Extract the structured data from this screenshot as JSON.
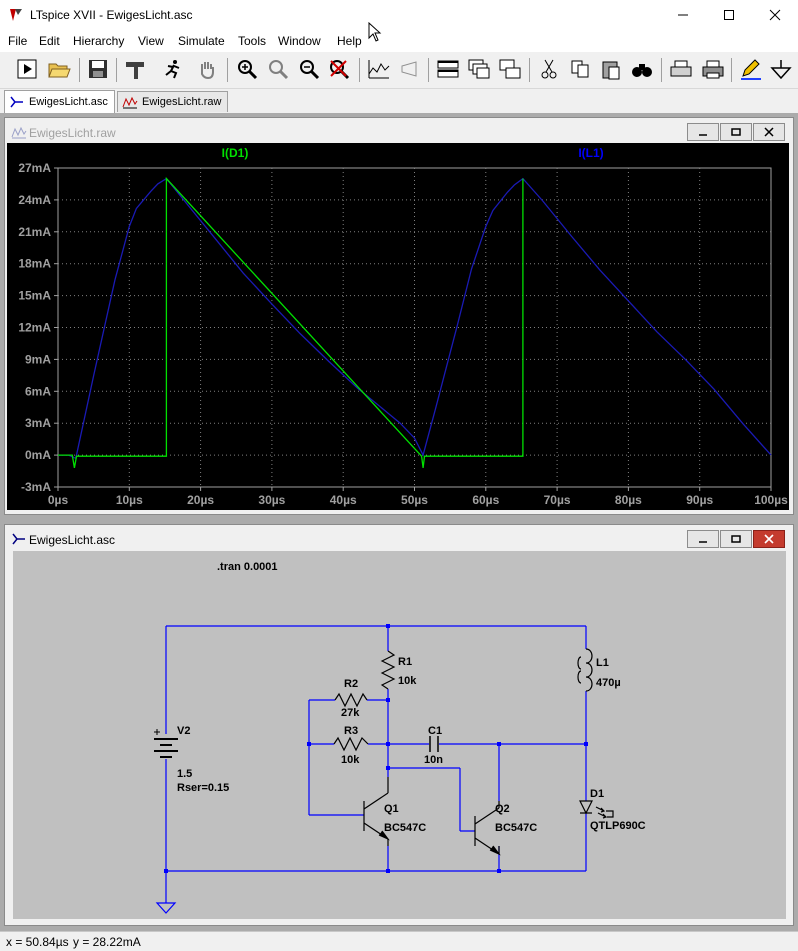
{
  "window": {
    "title": "LTspice XVII - EwigesLicht.asc"
  },
  "menu": [
    "File",
    "Edit",
    "Hierarchy",
    "View",
    "Simulate",
    "Tools",
    "Window",
    "Help"
  ],
  "tabs": [
    {
      "label": "EwigesLicht.asc",
      "icon": "schematic-icon",
      "active": true
    },
    {
      "label": "EwigesLicht.raw",
      "icon": "waveform-icon",
      "active": false
    }
  ],
  "plot_window": {
    "title": "EwigesLicht.raw",
    "trace_labels": [
      {
        "text": "I(D1)",
        "color": "#00e000"
      },
      {
        "text": "I(L1)",
        "color": "#0000ff"
      }
    ]
  },
  "chart_data": {
    "type": "line",
    "x_unit": "µs",
    "y_unit": "mA",
    "xlim": [
      0,
      100
    ],
    "ylim": [
      -3,
      27
    ],
    "x_ticks": [
      "0µs",
      "10µs",
      "20µs",
      "30µs",
      "40µs",
      "50µs",
      "60µs",
      "70µs",
      "80µs",
      "90µs",
      "100µs"
    ],
    "y_ticks": [
      "27mA",
      "24mA",
      "21mA",
      "18mA",
      "15mA",
      "12mA",
      "9mA",
      "6mA",
      "3mA",
      "0mA",
      "-3mA"
    ],
    "grid": true,
    "background": "#000000",
    "series": [
      {
        "name": "I(L1)",
        "color": "#1a1ab4",
        "x": [
          0,
          1.5,
          2.5,
          5,
          8,
          10,
          11,
          13,
          14,
          15.2,
          18,
          22,
          26,
          30,
          34,
          38,
          42,
          46,
          48,
          50,
          51.2,
          53,
          56,
          58,
          60,
          61,
          63,
          64,
          65.2,
          68,
          72,
          76,
          80,
          84,
          88,
          92,
          96,
          100
        ],
        "y": [
          0,
          0,
          -0.3,
          7.5,
          16.5,
          21.5,
          23.2,
          24.8,
          25.5,
          26,
          23.7,
          20.4,
          17.1,
          14.2,
          11.4,
          8.8,
          6.3,
          4.1,
          3.0,
          1.6,
          0,
          4.5,
          12.2,
          17.5,
          21.5,
          23.0,
          24.7,
          25.4,
          26,
          23.9,
          20.6,
          17.4,
          14.5,
          11.6,
          9.0,
          6.2,
          3.0,
          0
        ]
      },
      {
        "name": "I(D1)",
        "color": "#00e000",
        "x": [
          0,
          2.0,
          2.3,
          2.6,
          15.0,
          15.2,
          15.2,
          51.0,
          51.2,
          51.4,
          65.0,
          65.2,
          65.2
        ],
        "y": [
          0,
          0,
          -1.2,
          -0.1,
          -0.1,
          -0.1,
          26,
          -0.1,
          -1.2,
          -0.1,
          -0.1,
          -0.1,
          26
        ]
      }
    ]
  },
  "schematic_window": {
    "title": "EwigesLicht.asc",
    "directive": ".tran 0.0001",
    "components": {
      "R1": {
        "name": "R1",
        "value": "10k"
      },
      "R2": {
        "name": "R2",
        "value": "27k"
      },
      "R3": {
        "name": "R3",
        "value": "10k"
      },
      "C1": {
        "name": "C1",
        "value": "10n"
      },
      "L1": {
        "name": "L1",
        "value": "470µ"
      },
      "D1": {
        "name": "D1",
        "value": "QTLP690C"
      },
      "Q1": {
        "name": "Q1",
        "value": "BC547C"
      },
      "Q2": {
        "name": "Q2",
        "value": "BC547C"
      },
      "V2": {
        "name": "V2",
        "value": "1.5",
        "extra": "Rser=0.15"
      }
    },
    "wire_color": "#0000ff",
    "background": "#c0c0c0"
  },
  "status": {
    "x": "x = 50.84µs",
    "y": "y = 28.22mA"
  }
}
